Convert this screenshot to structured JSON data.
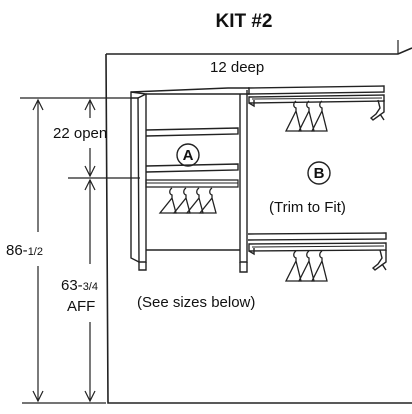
{
  "title": "KIT #2",
  "labels": {
    "depth": "12 deep",
    "open": "22 open",
    "height_total_whole": "86-",
    "height_total_frac": "1/2",
    "height_aff_whole": "63-",
    "height_aff_frac": "3/4",
    "height_aff_unit": "AFF",
    "section_a": "A",
    "section_b": "B",
    "trim": "(Trim to Fit)",
    "sizes_note": "(See sizes below)"
  }
}
